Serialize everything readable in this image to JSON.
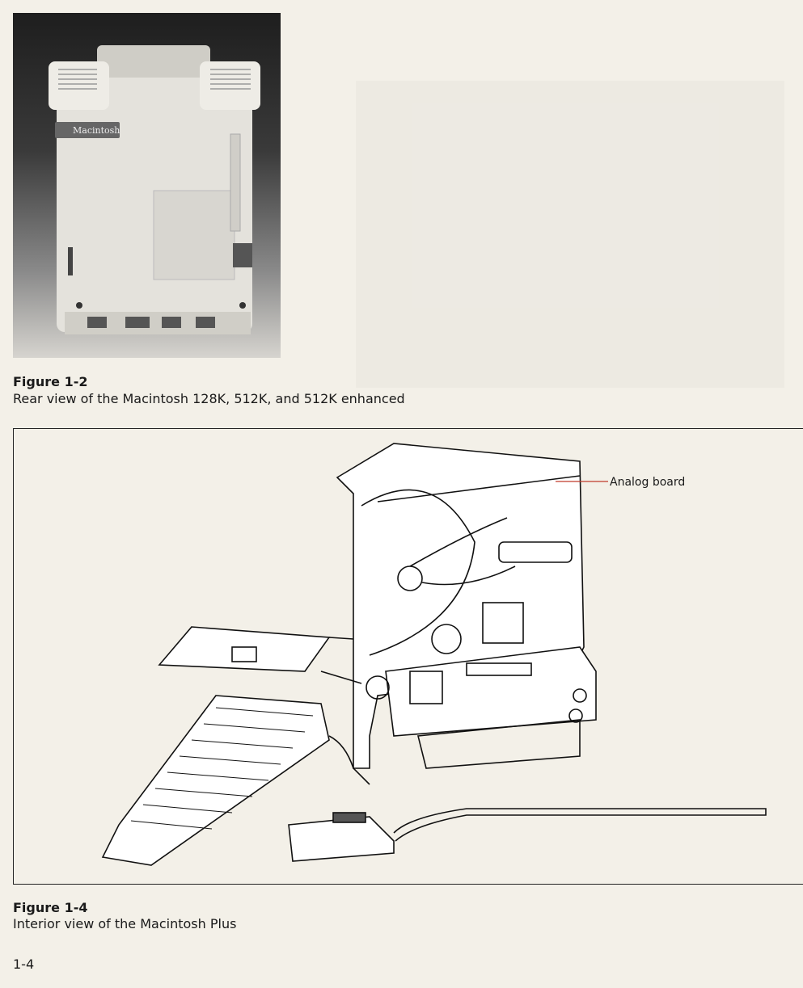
{
  "figure_1_2": {
    "number": "Figure 1-2",
    "caption": "Rear view of the Macintosh 128K, 512K, and 512K enhanced",
    "badge_text": "Macintosh"
  },
  "figure_1_4": {
    "number": "Figure 1-4",
    "caption": "Interior view of the Macintosh Plus",
    "callout": "Analog board"
  },
  "page_number": "1-4"
}
